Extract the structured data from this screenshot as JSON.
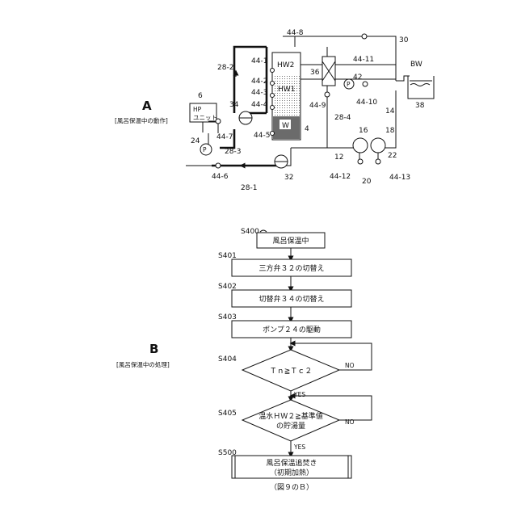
{
  "part_a": {
    "letter": "A",
    "caption": "[風呂保温中の動作]",
    "hp_unit_line1": "HP",
    "hp_unit_line2": "ユニット",
    "bath_label": "BW",
    "layer_hw2": "HW2",
    "layer_hw1": "HW1",
    "layer_w": "W",
    "pump_mark": "P",
    "refs": {
      "r44_8": "44-8",
      "r30": "30",
      "r28_2": "28-2",
      "r44_1": "44-1",
      "r44_11": "44-11",
      "r36": "36",
      "r42": "42",
      "r44_2": "44-2",
      "r44_3": "44-3",
      "r44_4": "44-4",
      "r44_9": "44-9",
      "r44_10": "44-10",
      "r38": "38",
      "r6": "6",
      "r34": "34",
      "r14": "14",
      "r28_4": "28-4",
      "r16": "16",
      "r18": "18",
      "r44_7": "44-7",
      "r44_5": "44-5",
      "r4": "4",
      "r24": "24",
      "r28_3": "28-3",
      "r12": "12",
      "r22": "22",
      "r44_6": "44-6",
      "r32": "32",
      "r44_12": "44-12",
      "r20": "20",
      "r44_13": "44-13",
      "r28_1": "28-1"
    }
  },
  "part_b": {
    "letter": "B",
    "caption": "[風呂保温中の処理]",
    "steps": {
      "s400": {
        "id": "S400",
        "text": "風呂保温中"
      },
      "s401": {
        "id": "S401",
        "text": "三方弁３２の切替え"
      },
      "s402": {
        "id": "S402",
        "text": "切替弁３４の切替え"
      },
      "s403": {
        "id": "S403",
        "text": "ポンプ２４の駆動"
      },
      "s404": {
        "id": "S404",
        "text": "Ｔｎ≧Ｔｃ２"
      },
      "s405": {
        "id": "S405",
        "line1": "温水ＨＷ２≧基準値",
        "line2": "の貯湯量"
      },
      "s500": {
        "id": "S500",
        "line1": "風呂保温追焚き",
        "line2": "（初期加熱）"
      }
    },
    "branch_yes": "YES",
    "branch_no": "NO",
    "figure_ref": "（図９のＢ）"
  }
}
